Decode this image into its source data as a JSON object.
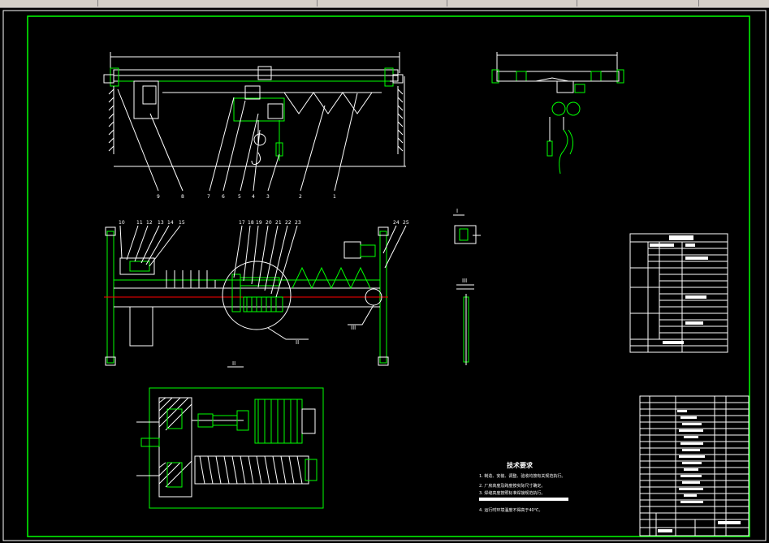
{
  "colors": {
    "background": "#000000",
    "frame": "#00ff00",
    "lines": "#ffffff",
    "centerline": "#ff0000",
    "chrome": "#d4d0c8"
  },
  "main_view": {
    "callouts": [
      "9",
      "8",
      "7",
      "6",
      "5",
      "4",
      "3",
      "2",
      "1"
    ]
  },
  "plan_view": {
    "callouts_left": [
      "10",
      "11",
      "12",
      "13",
      "14",
      "15"
    ],
    "callouts_mid": [
      "17",
      "18",
      "19",
      "20",
      "21",
      "22",
      "23"
    ],
    "callouts_right": [
      "24",
      "25"
    ],
    "detail_label_ii": "II",
    "detail_label_iii": "III",
    "view_label": "II"
  },
  "section_i": {
    "label": "I"
  },
  "section_iii": {
    "label": "III"
  },
  "tech_requirements": {
    "title": "技术要求",
    "items": [
      "1. 制造、安装、调整、验收均按有关规范执行。",
      "2. 厂房高度及跨度按实际尺寸确定。",
      "3. 焊缝高度按照标准焊接规范执行。",
      "4. 运行时环境温度不得高于40℃。"
    ]
  }
}
